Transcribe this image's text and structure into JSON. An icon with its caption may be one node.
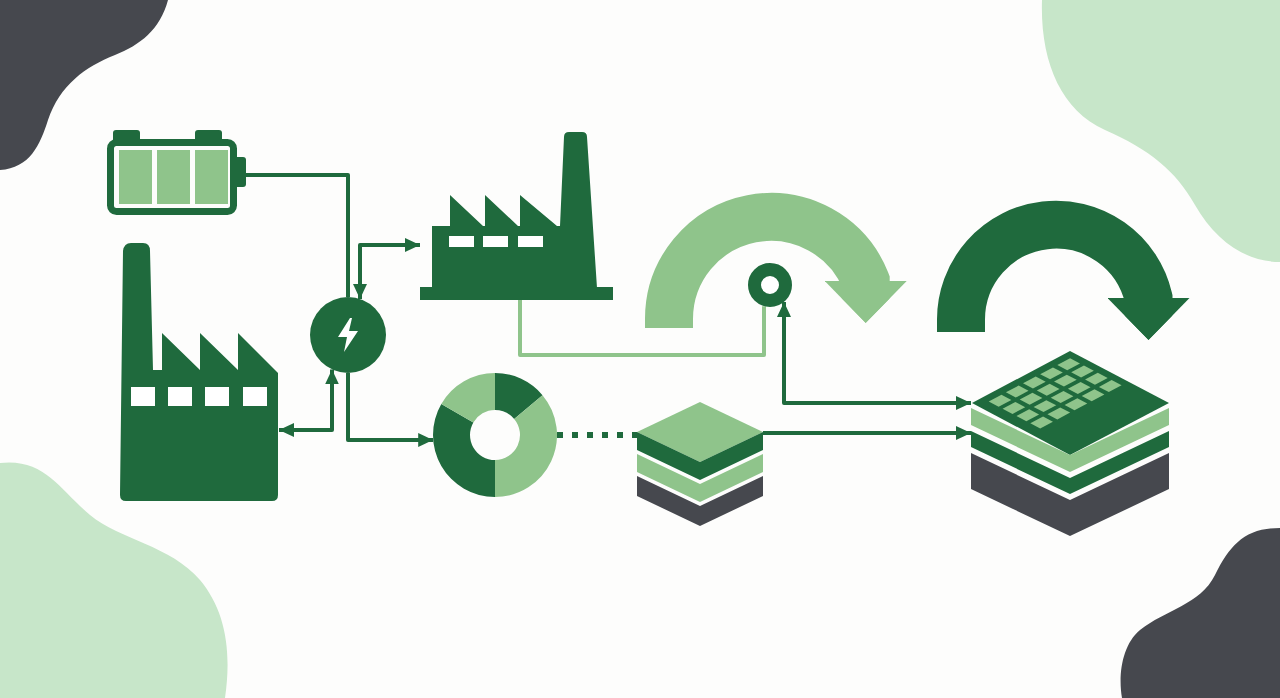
{
  "diagram": {
    "nodes": [
      {
        "text": [],
        "shape": "picture"
      },
      {
        "text": [],
        "shape": "picture"
      },
      {
        "text": [],
        "shape": "circle"
      },
      {
        "text": [],
        "shape": "picture"
      },
      {
        "text": [],
        "shape": "picture"
      },
      {
        "text": [],
        "shape": "circle"
      },
      {
        "text": [],
        "shape": "picture"
      },
      {
        "text": [],
        "shape": "picture"
      }
    ],
    "edges": [
      {
        "from": 0,
        "to": 2,
        "arrow": "none"
      },
      {
        "from": 2,
        "to": 3,
        "arrow": "both"
      },
      {
        "from": 2,
        "to": 1,
        "arrow": "both"
      },
      {
        "from": 2,
        "to": 4,
        "arrow": "to"
      },
      {
        "from": 4,
        "to": 6,
        "arrow": "none",
        "style": "dashed"
      },
      {
        "from": 3,
        "to": 5,
        "arrow": "none",
        "color": "#8fc48b"
      },
      {
        "from": 5,
        "to": 7,
        "arrow": "both"
      },
      {
        "from": 6,
        "to": 7,
        "arrow": "to"
      },
      {
        "from": 3,
        "to": 5,
        "arrow": "to",
        "style": "thick",
        "color": "#8fc48b"
      },
      {
        "from": null,
        "to": 7,
        "arrow": "to",
        "style": "thick"
      }
    ]
  }
}
